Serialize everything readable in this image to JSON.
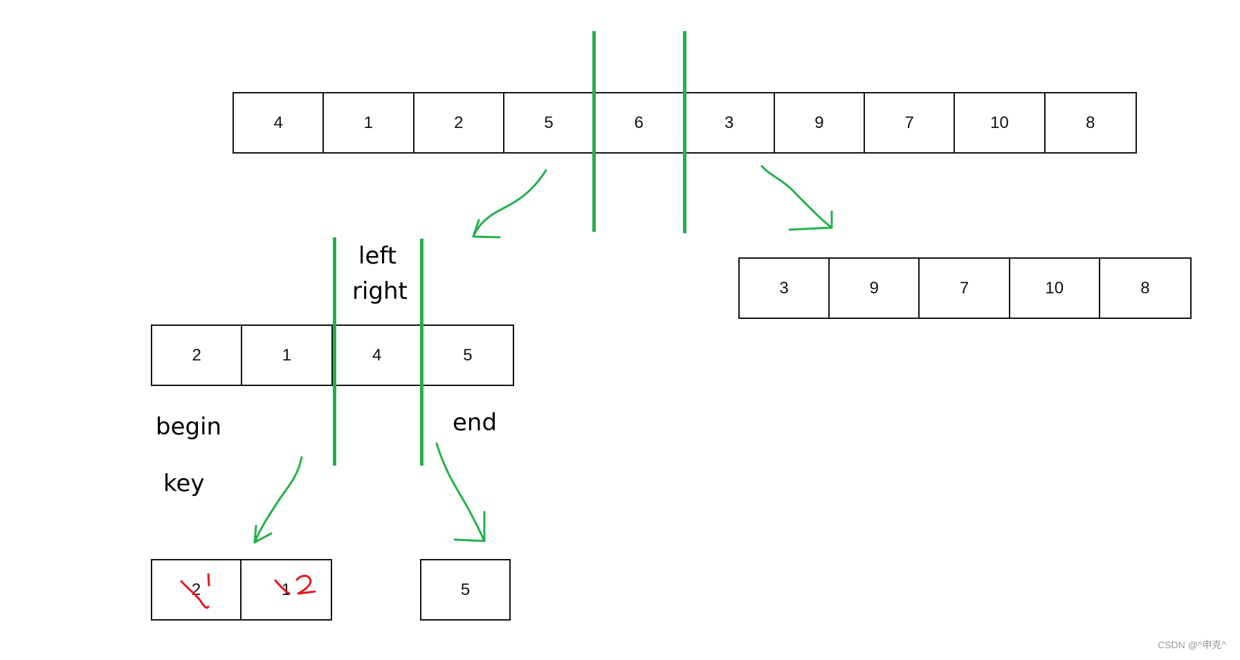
{
  "top_array": [
    "4",
    "1",
    "2",
    "5",
    "6",
    "3",
    "9",
    "7",
    "10",
    "8"
  ],
  "right_array": [
    "3",
    "9",
    "7",
    "10",
    "8"
  ],
  "left_array": [
    "2",
    "1",
    "4",
    "5"
  ],
  "bottom_left_array": [
    "2",
    "1"
  ],
  "bottom_right_array": [
    "5"
  ],
  "labels": {
    "left": "left",
    "right": "right",
    "begin": "begin",
    "key": "key",
    "end": "end"
  },
  "annotations": {
    "swap_mark_1": "1",
    "swap_mark_2": "2"
  },
  "watermark": "CSDN @^申克^",
  "colors": {
    "divider": "#22b04a",
    "arrow": "#22b04a",
    "annotation": "#e8141c",
    "cell_border": "#111111"
  }
}
